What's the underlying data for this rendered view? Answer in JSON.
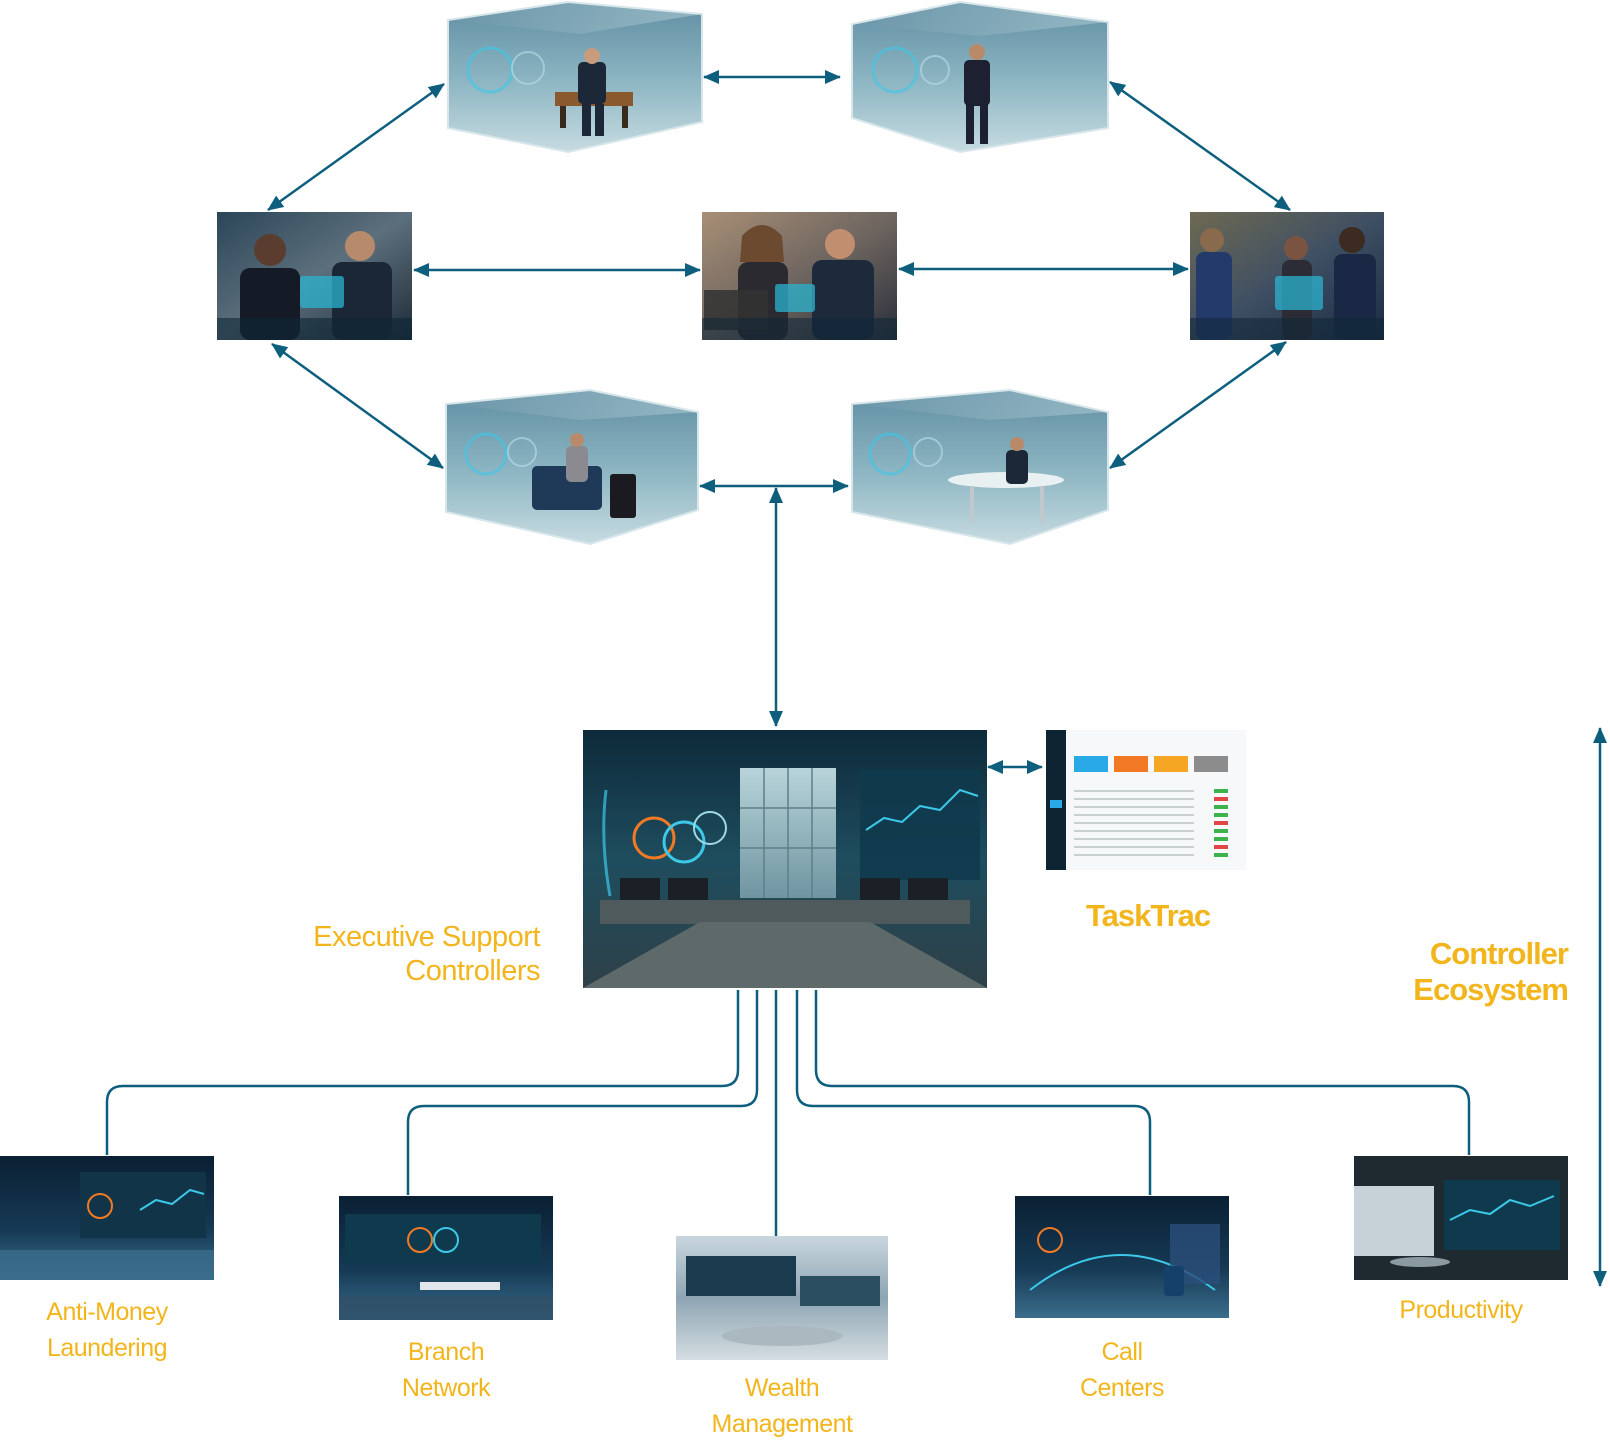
{
  "colors": {
    "connector": "#0e5f7e",
    "label": "#f2b51c",
    "room_wall": "#5c8fa3",
    "dashboard_accent": "#3cc8e8"
  },
  "labels": {
    "exec_support": [
      "Executive Support",
      "Controllers"
    ],
    "tasktrac": "TaskTrac",
    "controller_ecosystem": [
      "Controller",
      "Ecosystem"
    ],
    "anti_money": [
      "Anti-Money",
      "Laundering"
    ],
    "branch": [
      "Branch",
      "Network"
    ],
    "wealth": [
      "Wealth",
      "Management"
    ],
    "call_centers": [
      "Call",
      "Centers"
    ],
    "productivity": "Productivity"
  },
  "tasktrac_widget": {
    "tile_colors": [
      "#29a9e6",
      "#f27a24",
      "#f5a623",
      "#8c8c8c"
    ]
  }
}
